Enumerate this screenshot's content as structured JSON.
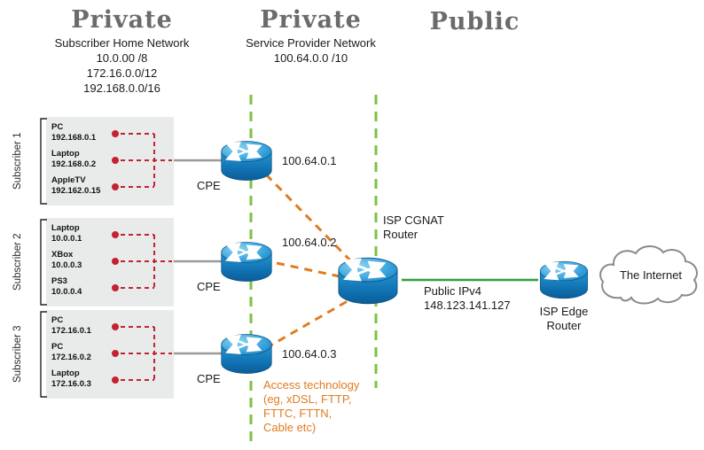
{
  "zones": {
    "home": {
      "title": "Private",
      "subtitle": "Subscriber Home Network",
      "ranges": [
        "10.0.00 /8",
        "172.16.0.0/12",
        "192.168.0.0/16"
      ]
    },
    "provider": {
      "title": "Private",
      "subtitle": "Service Provider Network",
      "ranges": [
        "100.64.0.0 /10"
      ]
    },
    "public": {
      "title": "Public"
    }
  },
  "subscribers": [
    {
      "label": "Subscriber 1",
      "devices": [
        {
          "name": "PC",
          "ip": "192.168.0.1"
        },
        {
          "name": "Laptop",
          "ip": "192.168.0.2"
        },
        {
          "name": "AppleTV",
          "ip": "192.162.0.15"
        }
      ]
    },
    {
      "label": "Subscriber 2",
      "devices": [
        {
          "name": "Laptop",
          "ip": "10.0.0.1"
        },
        {
          "name": "XBox",
          "ip": "10.0.0.3"
        },
        {
          "name": "PS3",
          "ip": "10.0.0.4"
        }
      ]
    },
    {
      "label": "Subscriber 3",
      "devices": [
        {
          "name": "PC",
          "ip": "172.16.0.1"
        },
        {
          "name": "PC",
          "ip": "172.16.0.2"
        },
        {
          "name": "Laptop",
          "ip": "172.16.0.3"
        }
      ]
    }
  ],
  "cpe": {
    "labels": [
      "CPE",
      "CPE",
      "CPE"
    ],
    "ips": [
      "100.64.0.1",
      "100.64.0.2",
      "100.64.0.3"
    ]
  },
  "cgnat_label": "ISP CGNAT\nRouter",
  "edge_label": "ISP Edge\nRouter",
  "internet_label": "The Internet",
  "public_link_label": "Public IPv4\n148.123.141.127",
  "access_note": "Access technology\n(eg, xDSL, FTTP,\nFTTC, FTTN,\nCable etc)",
  "colors": {
    "zone_boundary_green": "#7dc142",
    "access_orange": "#e07b20",
    "device_red": "#c42132",
    "router_blue": "#1b85c2",
    "public_link_green": "#2f9e3f",
    "subscriber_box_gray": "#e8ebe9",
    "heading_gray": "#6b6b6b"
  }
}
